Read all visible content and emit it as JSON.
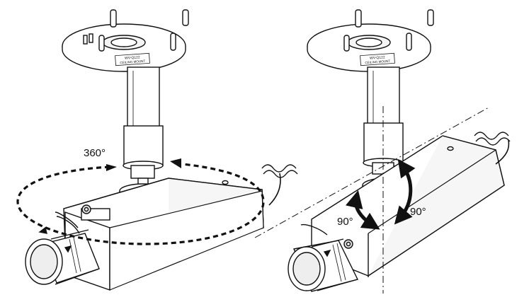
{
  "figures": {
    "left": {
      "rotation_label": "360°"
    },
    "right": {
      "tilt_label": "90°",
      "pan_label": "90°"
    }
  },
  "label_plate": {
    "line1": "WV-Q122",
    "line2": "CEILING MOUNT"
  },
  "colors": {
    "outline": "#111111",
    "fill": "#ffffff",
    "shade": "#e6e6e6"
  }
}
